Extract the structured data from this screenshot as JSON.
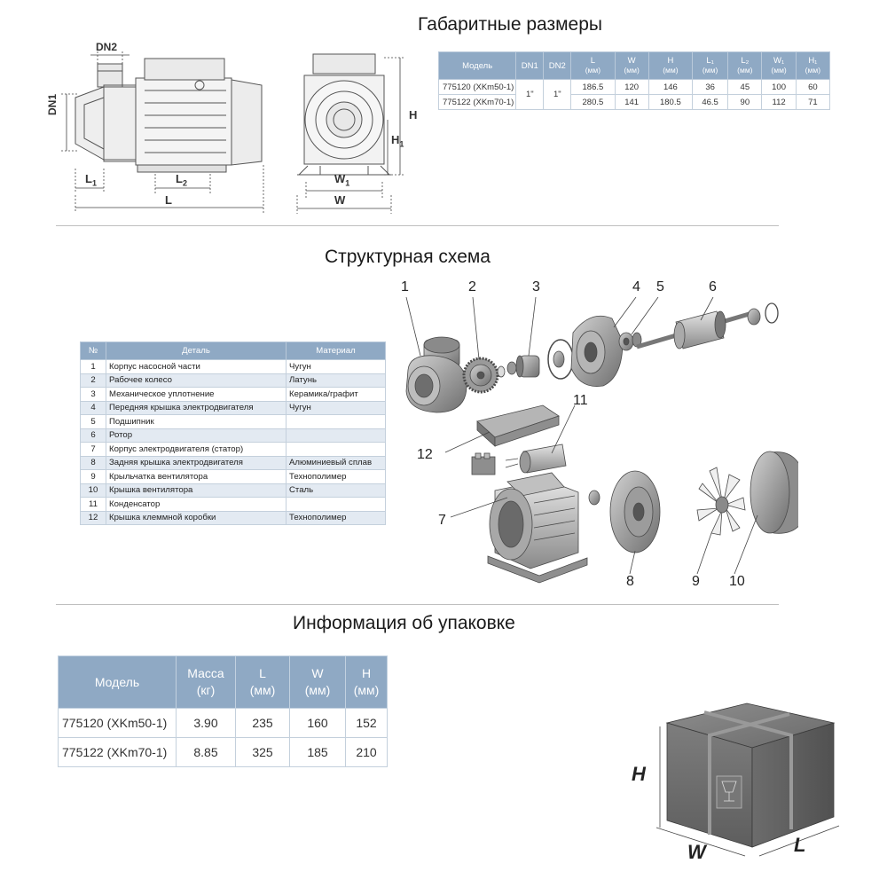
{
  "sections": {
    "dimensions_title": "Габаритные размеры",
    "structure_title": "Структурная схема",
    "packing_title": "Информация об упаковке"
  },
  "dimension_labels": {
    "dn2": "DN2",
    "dn1": "DN1",
    "l1": "L",
    "l1_sub": "1",
    "l2": "L",
    "l2_sub": "2",
    "l": "L",
    "h": "H",
    "h1": "H",
    "h1_sub": "1",
    "w1": "W",
    "w1_sub": "1",
    "w": "W"
  },
  "dimensions_table": {
    "headers": [
      {
        "label": "Модель",
        "unit": ""
      },
      {
        "label": "DN1",
        "unit": ""
      },
      {
        "label": "DN2",
        "unit": ""
      },
      {
        "label": "L",
        "unit": "(мм)"
      },
      {
        "label": "W",
        "unit": "(мм)"
      },
      {
        "label": "H",
        "unit": "(мм)"
      },
      {
        "label": "L₁",
        "unit": "(мм)"
      },
      {
        "label": "L₂",
        "unit": "(мм)"
      },
      {
        "label": "W₁",
        "unit": "(мм)"
      },
      {
        "label": "H₁",
        "unit": "(мм)"
      }
    ],
    "dn1": "1\"",
    "dn2": "1\"",
    "rows": [
      {
        "model": "775120 (XKm50-1)",
        "L": "186.5",
        "W": "120",
        "H": "146",
        "L1": "36",
        "L2": "45",
        "W1": "100",
        "H1": "60"
      },
      {
        "model": "775122 (XKm70-1)",
        "L": "280.5",
        "W": "141",
        "H": "180.5",
        "L1": "46.5",
        "L2": "90",
        "W1": "112",
        "H1": "71"
      }
    ]
  },
  "parts_table": {
    "headers": [
      "№",
      "Деталь",
      "Материал"
    ],
    "rows": [
      {
        "num": "1",
        "part": "Корпус насосной части",
        "material": "Чугун"
      },
      {
        "num": "2",
        "part": "Рабочее колесо",
        "material": "Латунь"
      },
      {
        "num": "3",
        "part": "Механическое уплотнение",
        "material": "Керамика/графит"
      },
      {
        "num": "4",
        "part": "Передняя крышка электродвигателя",
        "material": "Чугун"
      },
      {
        "num": "5",
        "part": "Подшипник",
        "material": ""
      },
      {
        "num": "6",
        "part": "Ротор",
        "material": ""
      },
      {
        "num": "7",
        "part": "Корпус электродвигателя (статор)",
        "material": ""
      },
      {
        "num": "8",
        "part": "Задняя крышка электродвигателя",
        "material": "Алюминиевый сплав"
      },
      {
        "num": "9",
        "part": "Крыльчатка вентилятора",
        "material": "Технополимер"
      },
      {
        "num": "10",
        "part": "Крышка вентилятора",
        "material": "Сталь"
      },
      {
        "num": "11",
        "part": "Конденсатор",
        "material": ""
      },
      {
        "num": "12",
        "part": "Крышка клеммной коробки",
        "material": "Технополимер"
      }
    ]
  },
  "callouts": [
    "1",
    "2",
    "3",
    "4",
    "5",
    "6",
    "7",
    "8",
    "9",
    "10",
    "11",
    "12"
  ],
  "packing_table": {
    "headers": [
      {
        "label": "Модель",
        "unit": ""
      },
      {
        "label": "Масса",
        "unit": "(кг)"
      },
      {
        "label": "L",
        "unit": "(мм)"
      },
      {
        "label": "W",
        "unit": "(мм)"
      },
      {
        "label": "H",
        "unit": "(мм)"
      }
    ],
    "rows": [
      {
        "model": "775120 (XKm50-1)",
        "mass": "3.90",
        "L": "235",
        "W": "160",
        "H": "152"
      },
      {
        "model": "775122 (XKm70-1)",
        "mass": "8.85",
        "L": "325",
        "W": "185",
        "H": "210"
      }
    ]
  },
  "box_labels": {
    "h": "H",
    "w": "W",
    "l": "L"
  },
  "colors": {
    "header_blue": "#8fa9c4",
    "row_alt": "#e3eaf2",
    "line_art": "#555555",
    "metal_dark": "#6f6f6f",
    "metal_light": "#c9c9c9"
  }
}
